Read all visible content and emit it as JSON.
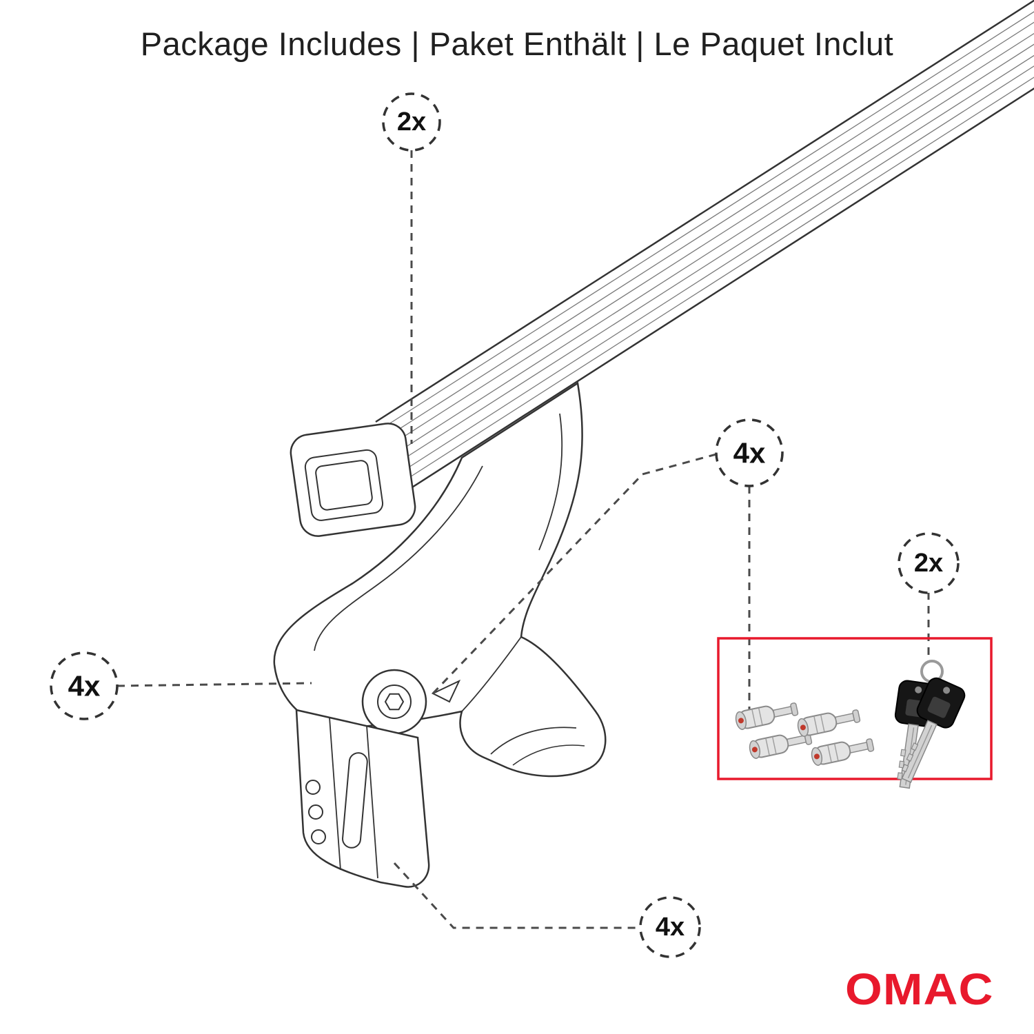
{
  "title": "Package Includes | Paket Enthält | Le Paquet Inclut",
  "brand": "OMAC",
  "callouts": {
    "crossbar": "2x",
    "locks": "4x",
    "keys": "2x",
    "foot": "4x",
    "clamp": "4x"
  },
  "colors": {
    "accent": "#E8192C",
    "line": "#333333"
  }
}
